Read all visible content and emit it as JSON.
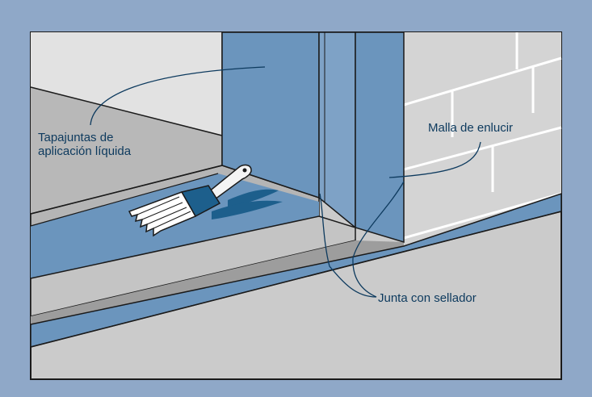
{
  "labels": {
    "liquid_flashing_line1": "Tapajuntas de",
    "liquid_flashing_line2": "aplicación líquida",
    "lath": "Malla de enlucir",
    "sealant_joint": "Junta con sellador"
  },
  "colors": {
    "frame": "#8fa8c8",
    "wall": "#cbcbcb",
    "shadow_wall": "#b7b7b7",
    "blue_flashing": "#6b95bd",
    "outline": "#1a1a1a",
    "leader": "#0d3a5e",
    "brush_handle": "#f4f4f4",
    "brush_ferrule": "#1d5f8c"
  }
}
